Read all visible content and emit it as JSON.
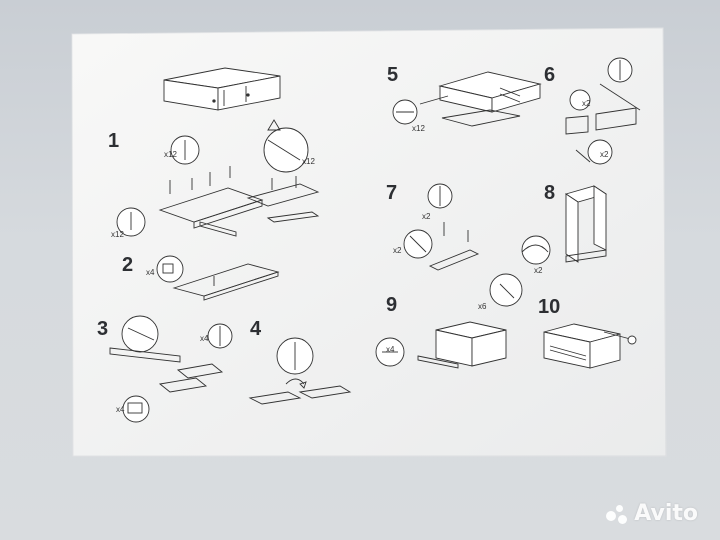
{
  "steps": [
    {
      "number": "1"
    },
    {
      "number": "2"
    },
    {
      "number": "3"
    },
    {
      "number": "4"
    },
    {
      "number": "5"
    },
    {
      "number": "6"
    },
    {
      "number": "7"
    },
    {
      "number": "8"
    },
    {
      "number": "9"
    },
    {
      "number": "10"
    }
  ],
  "quantities": {
    "s1_dowel": "x12",
    "s1_top": "x12",
    "s1_right": "x12",
    "s2": "x4",
    "s3_top": "x4",
    "s3_bottom": "x4",
    "s5": "x12",
    "s6_a": "x2",
    "s6_b": "x2",
    "s7_a": "x2",
    "s7_b": "x2",
    "s8": "x2",
    "s9_a": "x4",
    "s9_b": "x6"
  },
  "watermark": {
    "text": "Avito"
  },
  "colors": {
    "paper": "#f7f7f6",
    "ink": "#2d2f33",
    "background": "#cfd3d8"
  }
}
